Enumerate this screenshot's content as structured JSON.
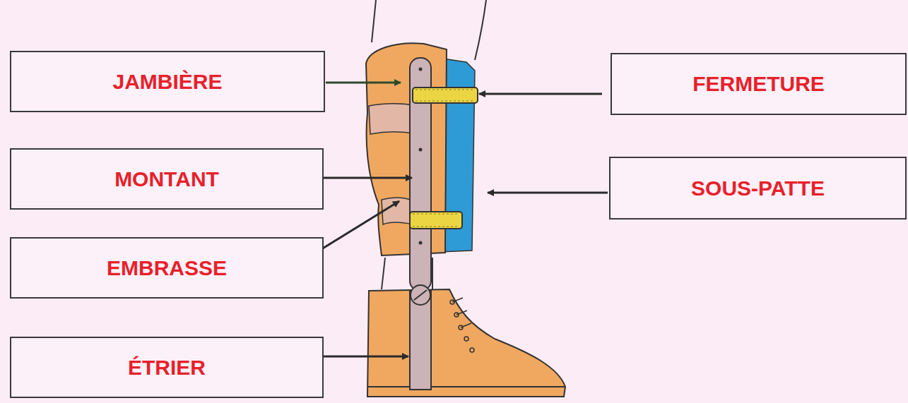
{
  "diagram": {
    "nodes": [
      {
        "text": [
          "JAMBIÈRE"
        ]
      },
      {
        "text": [
          "FERMETURE"
        ]
      },
      {
        "text": [
          "MONTANT"
        ]
      },
      {
        "text": [
          "SOUS-PATTE"
        ]
      },
      {
        "text": [
          "EMBRASSE"
        ]
      },
      {
        "text": [
          "ÉTRIER"
        ]
      }
    ]
  }
}
